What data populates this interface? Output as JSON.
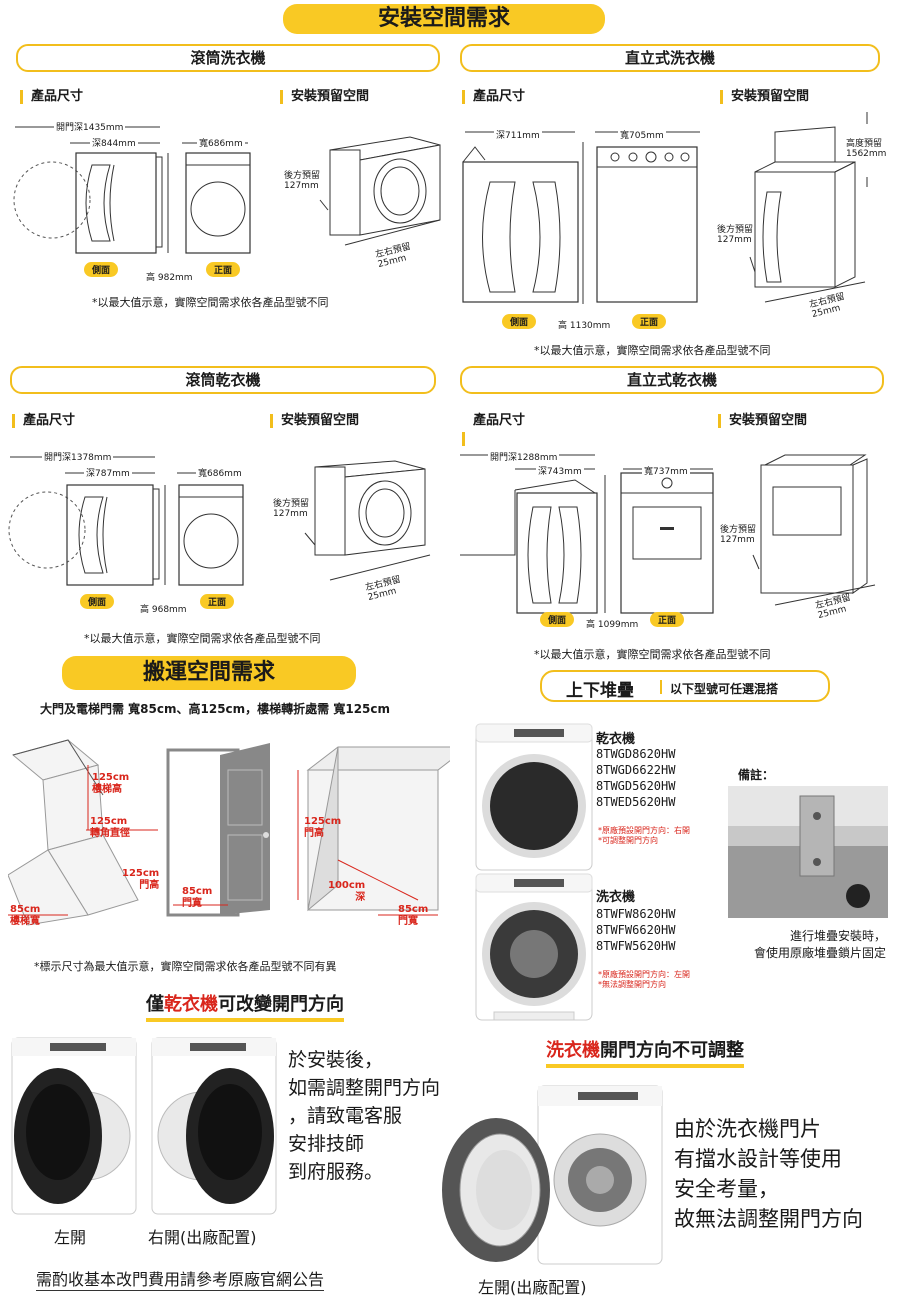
{
  "page_title": "安裝空間需求",
  "sections": {
    "front_washer": {
      "title": "滾筒洗衣機",
      "product_size": "產品尺寸",
      "install_space": "安裝預留空間",
      "door_depth": "開門深1435mm",
      "depth": "深844mm",
      "width": "寬686mm",
      "height": "高 982mm",
      "side": "側面",
      "front": "正面",
      "rear": "後方預留\n127mm",
      "lr": "左右預留\n25mm",
      "note": "*以最大值示意，實際空間需求依各產品型號不同"
    },
    "top_washer": {
      "title": "直立式洗衣機",
      "product_size": "產品尺寸",
      "install_space": "安裝預留空間",
      "depth": "深711mm",
      "width": "寬705mm",
      "height": "高 1130mm",
      "side": "側面",
      "front": "正面",
      "height_reserve": "高度預留\n1562mm",
      "rear": "後方預留\n127mm",
      "lr": "左右預留\n25mm",
      "note": "*以最大值示意，實際空間需求依各產品型號不同"
    },
    "front_dryer": {
      "title": "滾筒乾衣機",
      "product_size": "產品尺寸",
      "install_space": "安裝預留空間",
      "door_depth": "開門深1378mm",
      "depth": "深787mm",
      "width": "寬686mm",
      "height": "高 968mm",
      "side": "側面",
      "front": "正面",
      "rear": "後方預留\n127mm",
      "lr": "左右預留\n25mm",
      "note": "*以最大值示意，實際空間需求依各產品型號不同"
    },
    "top_dryer": {
      "title": "直立式乾衣機",
      "product_size": "產品尺寸",
      "install_space": "安裝預留空間",
      "door_depth": "開門深1288mm",
      "depth": "深743mm",
      "width": "寬737mm",
      "height": "高 1099mm",
      "side": "側面",
      "front": "正面",
      "rear": "後方預留\n127mm",
      "lr": "左右預留\n25mm",
      "note": "*以最大值示意，實際空間需求依各產品型號不同"
    }
  },
  "transport": {
    "title": "搬運空間需求",
    "requirement": "大門及電梯門需 寬85cm、高125cm，樓梯轉折處需 寬125cm",
    "stair_height": "125cm\n樓梯高",
    "turn_diameter": "125cm\n轉角直徑",
    "stair_width": "85cm\n樓梯寬",
    "door_height": "125cm\n門高",
    "door_width": "85cm\n門寬",
    "elev_height": "125cm\n門高",
    "elev_depth": "100cm\n深",
    "elev_width": "85cm\n門寬",
    "note": "*標示尺寸為最大值示意，實際空間需求依各產品型號不同有異"
  },
  "stacking": {
    "title": "上下堆疊",
    "subtitle": "以下型號可任選混搭",
    "dryer_label": "乾衣機",
    "dryer_models": [
      "8TWGD8620HW",
      "8TWGD6622HW",
      "8TWGD5620HW",
      "8TWED5620HW"
    ],
    "dryer_notes": [
      "*原廠預設開門方向：右開",
      "*可調整開門方向"
    ],
    "washer_label": "洗衣機",
    "washer_models": [
      "8TWFW8620HW",
      "8TWFW6620HW",
      "8TWFW5620HW"
    ],
    "washer_notes": [
      "*原廠預設開門方向：左開",
      "*無法調整開門方向"
    ],
    "remark_title": "備註：",
    "remark_text": "進行堆疊安裝時，\n會使用原廠堆疊鎖片固定"
  },
  "dryer_door": {
    "title_prefix": "僅",
    "title_red": "乾衣機",
    "title_suffix": "可改變開門方向",
    "left": "左開",
    "right": "右開(出廠配置)",
    "text": "於安裝後，\n如需調整開門方向\n，請致電客服\n安排技師\n到府服務。",
    "fee_note": "需酌收基本改門費用請參考原廠官網公告"
  },
  "washer_door": {
    "title_red": "洗衣機",
    "title_suffix": "開門方向不可調整",
    "text": "由於洗衣機門片\n有擋水設計等使用\n安全考量，\n故無法調整開門方向",
    "caption": "左開(出廠配置)"
  },
  "colors": {
    "accent": "#f9c924",
    "red": "#d9261c"
  }
}
